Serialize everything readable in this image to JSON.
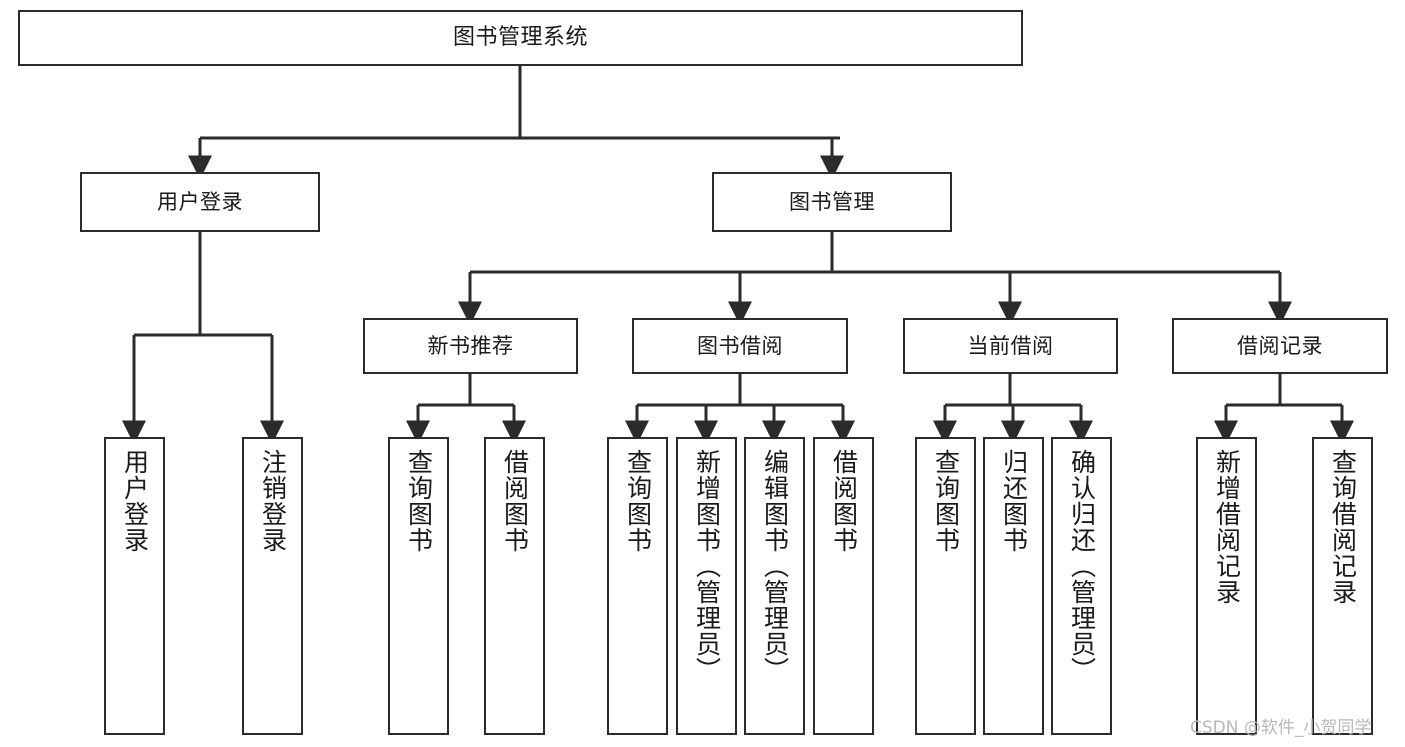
{
  "diagram": {
    "title": "图书管理系统",
    "type": "tree",
    "background": "#ffffff",
    "box_border_color": "#2b2b2b",
    "text_color": "#1a1a1a",
    "arrow_color": "#2b2b2b"
  },
  "nodes": {
    "root": {
      "label": "图书管理系统"
    },
    "level2": [
      {
        "label": "用户登录"
      },
      {
        "label": "图书管理"
      }
    ],
    "level3": [
      {
        "label": "新书推荐"
      },
      {
        "label": "图书借阅"
      },
      {
        "label": "当前借阅"
      },
      {
        "label": "借阅记录"
      }
    ],
    "leaves": {
      "user_login": [
        {
          "label": "用户登录"
        },
        {
          "label": "注销登录"
        }
      ],
      "new_book_recommend": [
        {
          "label": "查询图书"
        },
        {
          "label": "借阅图书"
        }
      ],
      "book_borrow": [
        {
          "label": "查询图书"
        },
        {
          "label": "新增图书（管理员）"
        },
        {
          "label": "编辑图书（管理员）"
        },
        {
          "label": "借阅图书"
        }
      ],
      "current_borrow": [
        {
          "label": "查询图书"
        },
        {
          "label": "归还图书"
        },
        {
          "label": "确认归还（管理员）"
        }
      ],
      "borrow_records": [
        {
          "label": "新增借阅记录"
        },
        {
          "label": "查询借阅记录"
        }
      ]
    }
  },
  "watermark": {
    "text": "CSDN @软件_小贺同学"
  }
}
